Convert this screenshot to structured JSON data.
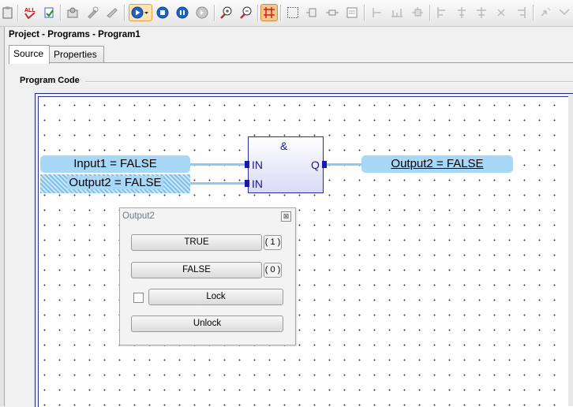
{
  "breadcrumb": "Project - Programs - Program1",
  "tabs": [
    {
      "label": "Source",
      "active": true
    },
    {
      "label": "Properties",
      "active": false
    }
  ],
  "group_label": "Program Code",
  "diagram": {
    "inputs": [
      {
        "text": "Input1 = FALSE"
      },
      {
        "text": "Output2 = FALSE"
      }
    ],
    "block": {
      "title": "&",
      "pins_in": [
        "IN",
        "IN"
      ],
      "pin_out": "Q"
    },
    "output": {
      "text": "Output2 = FALSE"
    }
  },
  "popup": {
    "title": "Output2",
    "close_glyph": "⊠",
    "true_label": "TRUE",
    "true_count": "( 1 )",
    "false_label": "FALSE",
    "false_count": "( 0 )",
    "lock_label": "Lock",
    "unlock_label": "Unlock",
    "lock_checked": false
  },
  "colors": {
    "variable_fill": "#a8d8f8",
    "block_border": "#2a2aa8",
    "wire": "#8ec9ef",
    "active_toolbar": "#f7c68c"
  },
  "toolbar_icons": [
    "clipboard-icon",
    "compile-all-icon",
    "compile-icon",
    "connect-icon",
    "tool-icon",
    "download-icon",
    "run-icon",
    "stop-icon",
    "pause-icon",
    "step-icon",
    "zoom-in-icon",
    "zoom-out-icon",
    "grid-icon",
    "select-icon",
    "element-icon",
    "contact-icon",
    "comment-icon",
    "line-icon",
    "block-icon",
    "coil-icon",
    "align-left-icon",
    "align-center-icon",
    "align-right-icon",
    "undo-icon",
    "redo-icon"
  ]
}
